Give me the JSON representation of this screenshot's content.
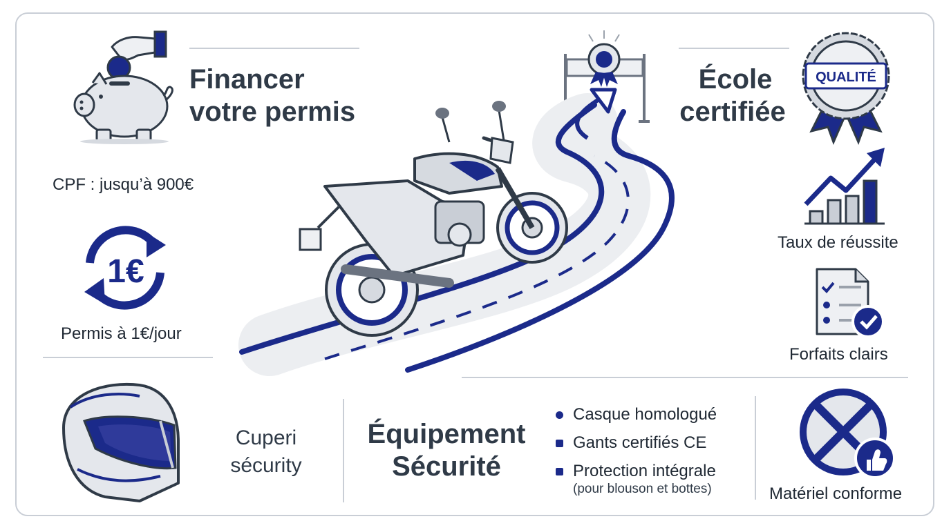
{
  "finance": {
    "title_line1": "Financer",
    "title_line2": "votre permis",
    "cpf": "CPF : jusqu’à 900€",
    "euro_symbol": "1€",
    "permis_jour": "Permis à 1€/jour"
  },
  "ecole": {
    "title_line1": "École",
    "title_line2": "certifiée",
    "badge_text": "QUALITÉ",
    "taux": "Taux de réussite",
    "forfaits": "Forfaits clairs"
  },
  "securite": {
    "helmet_caption_line1": "Cuperi",
    "helmet_caption_line2": "sécurity",
    "title_line1": "Équipement",
    "title_line2": "Sécurité",
    "items": [
      "Casque homologué",
      "Gants certifiés CE",
      "Protection intégrale"
    ],
    "note": "(pour blouson et bottes)",
    "materiel": "Matériel conforme"
  },
  "colors": {
    "accent": "#1b2a8a",
    "text": "#2f3a47",
    "icon_grey": "#e4e7ec",
    "divider": "#c9ced6"
  }
}
